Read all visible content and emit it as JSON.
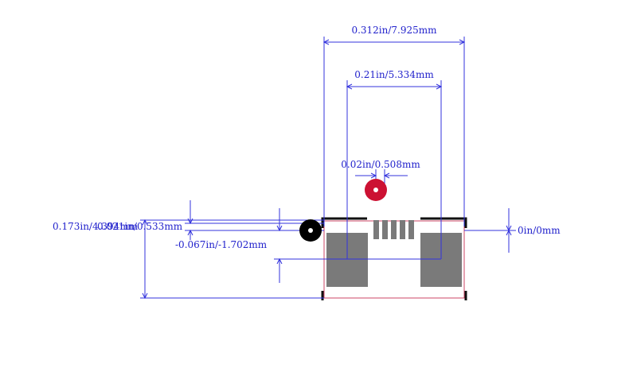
{
  "colors": {
    "dimension": "#3333dd",
    "pad": "#7a7a7a",
    "outline": "#111111",
    "courtyard": "#cc4466",
    "marker_red": "#cc1133",
    "marker_black": "#000000",
    "background": "#ffffff"
  },
  "dimensions": {
    "overall_width": "0.312in/7.925mm",
    "inner_width": "0.21in/5.334mm",
    "pin_pitch": "0.02in/0.508mm",
    "overall_height": "0.173in/4.394mm",
    "pin_offset": "0.021in/0.533mm",
    "pad_offset": "-0.067in/-1.702mm",
    "origin": "0in/0mm"
  },
  "markers": {
    "red": "pin-1-marker",
    "black": "origin-marker"
  }
}
